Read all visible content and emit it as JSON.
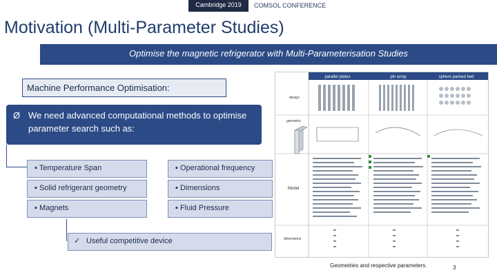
{
  "header": {
    "conference_label": "Cambridge 2019",
    "comsol_label": "COMSOL CONFERENCE"
  },
  "slide": {
    "title": "Motivation (Multi-Parameter Studies)",
    "subtitle": "Optimise the magnetic refrigerator with Multi-Parameterisation Studies",
    "performance_label": "Machine Performance Optimisation:",
    "need": {
      "arrow": "Ø",
      "text": "We need advanced computational methods to optimise parameter search such as:"
    },
    "params": [
      "▪ Temperature Span",
      "▪ Operational frequency",
      "▪ Solid refrigerant geometry",
      "▪ Dimensions",
      "▪ Magnets",
      "▪ Fluid Pressure"
    ],
    "useful": {
      "check": "✓",
      "text": "Useful competitive device"
    },
    "table": {
      "columns": [
        "parallel plates",
        "pin array",
        "sphere packed bed"
      ],
      "rows": [
        "design",
        "geometry",
        "Model",
        "dimensions"
      ]
    },
    "caption": "Geometries and respective parameters.",
    "page_number": "3"
  },
  "colors": {
    "accent": "#2b4a86",
    "title": "#1f3c6b",
    "box_fill": "#d5dbeb"
  }
}
